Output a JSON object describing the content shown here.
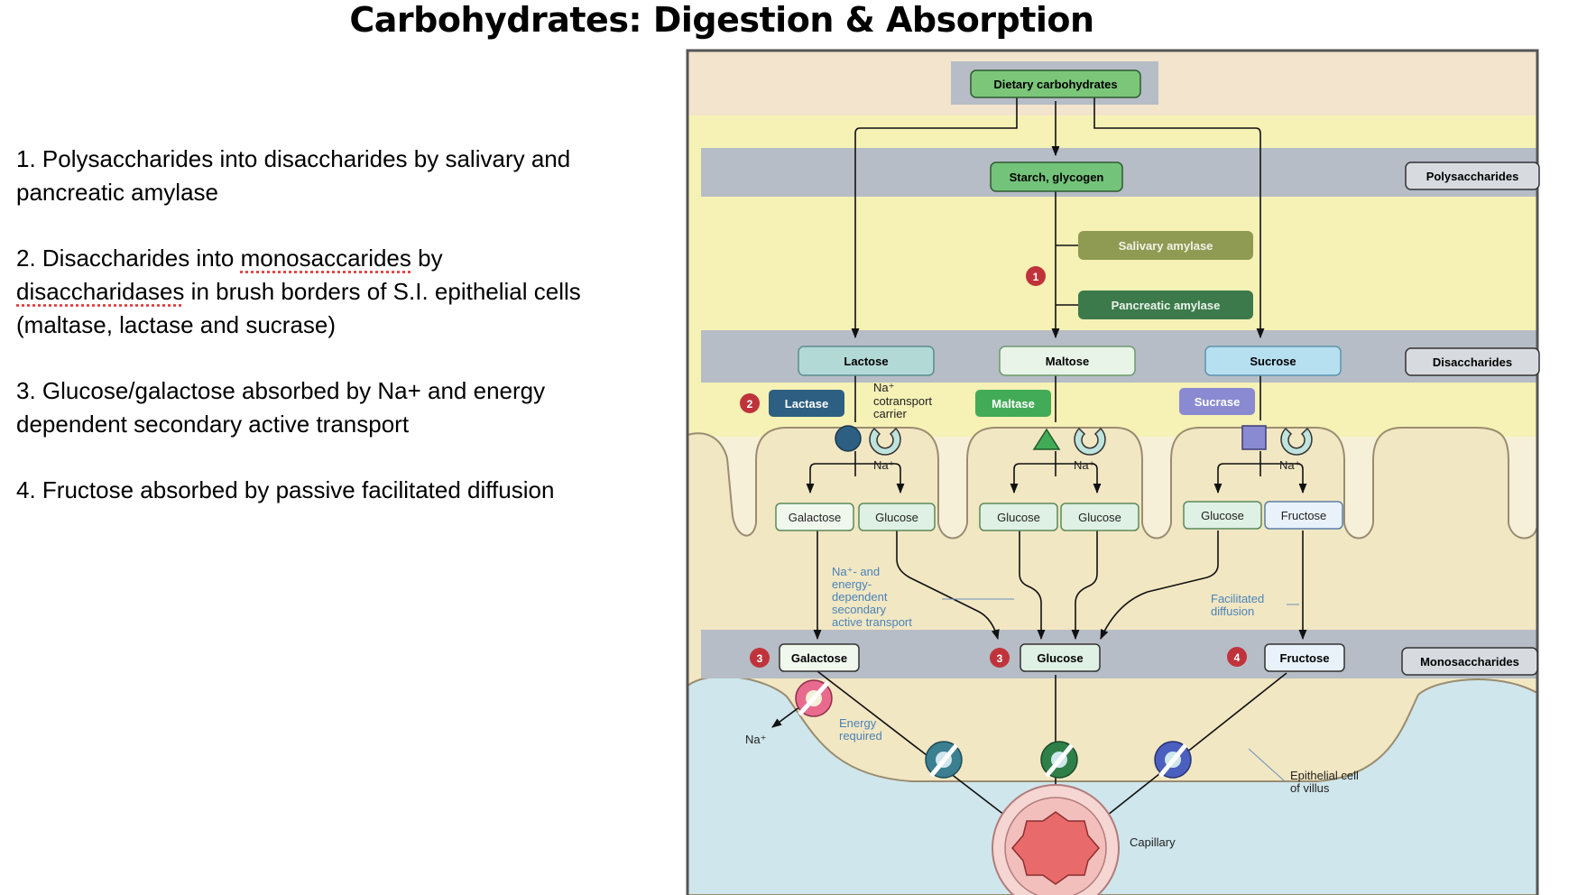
{
  "slide": {
    "title": "Carbohydrates: Digestion & Absorption"
  },
  "points": {
    "p1": "1. Polysaccharides into disaccharides by salivary and pancreatic amylase",
    "p2_a": "2. Disaccharides into",
    "p2_b": "monosaccarides",
    "p2_c": "by",
    "p2_d": "disaccharidases",
    "p2_e": "in brush borders of  S.I. epithelial cells (maltase, lactase and sucrase)",
    "p3": "3. Glucose/galactose absorbed by Na+ and energy dependent secondary active transport",
    "p4": "4. Fructose absorbed by passive facilitated diffusion"
  },
  "diagram": {
    "top": "Dietary carbohydrates",
    "starch": "Starch, glycogen",
    "salivary": "Salivary amylase",
    "pancreatic": "Pancreatic amylase",
    "lactose": "Lactose",
    "maltose": "Maltose",
    "sucrose": "Sucrose",
    "lactase": "Lactase",
    "maltase": "Maltase",
    "sucrase": "Sucrase",
    "galactose": "Galactose",
    "glucose": "Glucose",
    "fructose": "Fructose",
    "cat_poly": "Polysaccharides",
    "cat_di": "Disaccharides",
    "cat_mono": "Monosaccharides",
    "na": "Na⁺",
    "carrier_1": "Na⁺",
    "carrier_2": "cotransport",
    "carrier_3": "carrier",
    "transport_1": "Na⁺- and",
    "transport_2": "energy-",
    "transport_3": "dependent",
    "transport_4": "secondary",
    "transport_5": "active transport",
    "fac_1": "Facilitated",
    "fac_2": "diffusion",
    "energy_1": "Energy",
    "energy_2": "required",
    "epithelial_1": "Epithelial cell",
    "epithelial_2": "of villus",
    "capillary": "Capillary",
    "steps": [
      "1",
      "2",
      "3",
      "4"
    ]
  },
  "colors": {
    "band_yellow": "#f6f1b5",
    "band_gray": "#b6bdc6",
    "cell_tan": "#f2e7c3",
    "blue_region": "#cfe6ec",
    "dietary_green": "#7cc67a",
    "salivary_olive": "#8f9a52",
    "pancreatic_green": "#3d7a4b",
    "lactose_teal": "#b2d9d6",
    "maltose_pale": "#e8f4e8",
    "sucrose_blue": "#b6dff0",
    "lactase_navy": "#2d5f82",
    "maltase_green": "#42ab57",
    "sucrase_purple": "#8a8ad2",
    "step_red": "#c0333b",
    "capillary_red": "#e96a6a"
  }
}
